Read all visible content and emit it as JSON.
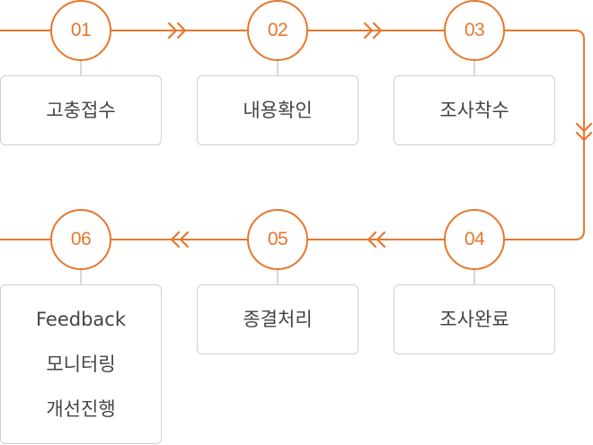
{
  "colors": {
    "accent": "#e8762d",
    "box_border": "#cfcfcf",
    "text": "#444444",
    "connector": "#cccccc"
  },
  "steps": [
    {
      "number": "01",
      "lines": [
        "고충접수"
      ]
    },
    {
      "number": "02",
      "lines": [
        "내용확인"
      ]
    },
    {
      "number": "03",
      "lines": [
        "조사착수"
      ]
    },
    {
      "number": "04",
      "lines": [
        "조사완료"
      ]
    },
    {
      "number": "05",
      "lines": [
        "종결처리"
      ]
    },
    {
      "number": "06",
      "lines": [
        "Feedback",
        "모니터링",
        "개선진행"
      ]
    }
  ],
  "icons": {
    "flow_arrow": "double-chevron-icon"
  }
}
